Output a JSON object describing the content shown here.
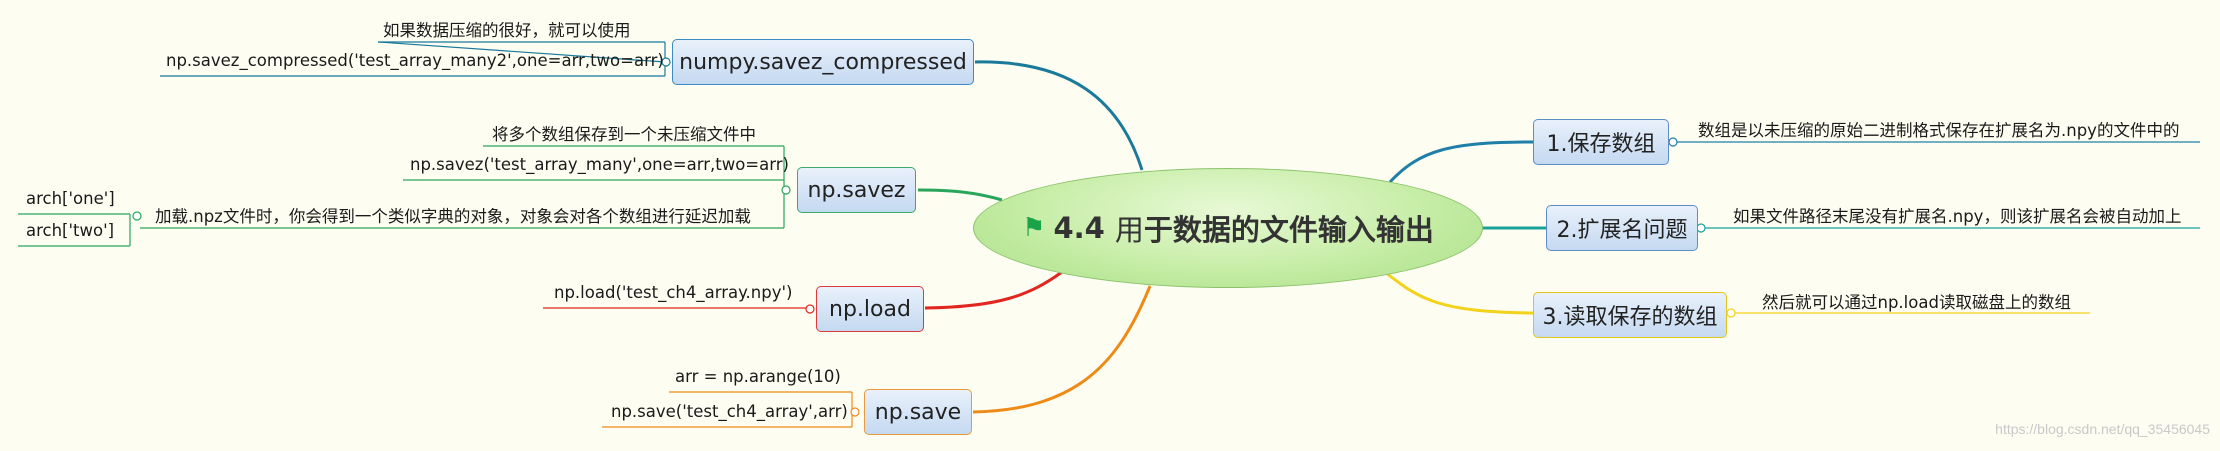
{
  "central": {
    "flag_icon": "green-flag-icon",
    "number": "4.4",
    "title_light": "用",
    "title_bold": "于数据的文件输入输出"
  },
  "right_topics": [
    {
      "label": "1.保存数组",
      "detail": "数组是以未压缩的原始二进制格式保存在扩展名为.npy的文件中的",
      "color": "#1f7fa8"
    },
    {
      "label": "2.扩展名问题",
      "detail": "如果文件路径末尾没有扩展名.npy，则该扩展名会被自动加上",
      "color": "#17a39b"
    },
    {
      "label": "3.读取保存的数组",
      "detail": "然后就可以通过np.load读取磁盘上的数组",
      "color": "#f2d21b"
    }
  ],
  "left_topics": {
    "savez_compressed": {
      "label": "numpy.savez_compressed",
      "details": [
        "如果数据压缩的很好，就可以使用",
        "np.savez_compressed('test_array_many2',one=arr,two=arr)"
      ],
      "color": "#1a7a9a"
    },
    "savez": {
      "label": "np.savez",
      "details": [
        "将多个数组保存到一个未压缩文件中",
        "np.savez('test_array_many',one=arr,two=arr)",
        "加载.npz文件时，你会得到一个类似字典的对象，对象会对各个数组进行延迟加载"
      ],
      "sub_details": [
        "arch['one']",
        "arch['two']"
      ],
      "color": "#2aa65c"
    },
    "load": {
      "label": "np.load",
      "details": [
        "np.load('test_ch4_array.npy')"
      ],
      "color": "#e0261f"
    },
    "save": {
      "label": "np.save",
      "details": [
        "arr = np.arange(10)",
        "np.save('test_ch4_array',arr)"
      ],
      "color": "#ef8a16"
    }
  },
  "watermark": "https://blog.csdn.net/qq_35456045"
}
